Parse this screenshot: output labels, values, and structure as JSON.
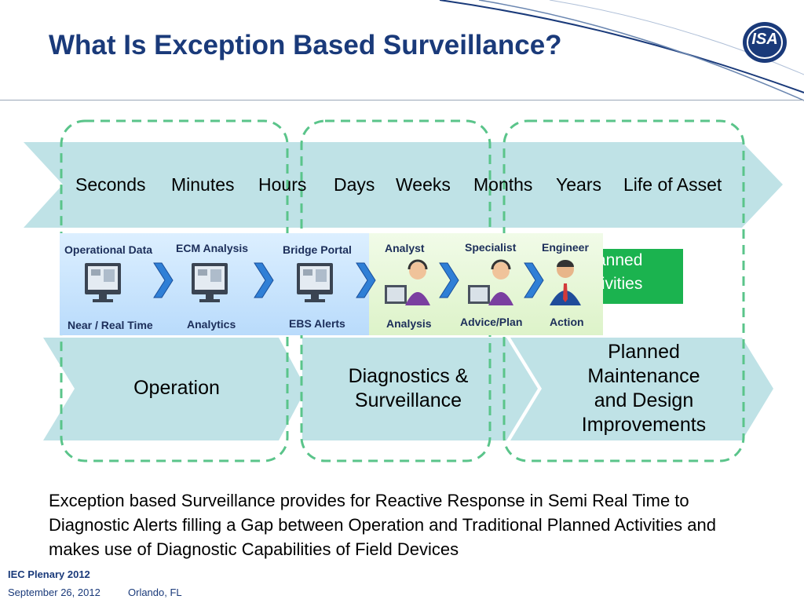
{
  "slide": {
    "title": "What Is Exception Based Surveillance?",
    "logo_text": "ISA",
    "timescale": [
      "Seconds",
      "Minutes",
      "Hours",
      "Days",
      "Weeks",
      "Months",
      "Years",
      "Life of Asset"
    ],
    "flow": [
      {
        "top": "Operational Data",
        "bottom": "Near / Real Time"
      },
      {
        "top": "ECM Analysis",
        "bottom": "Analytics"
      },
      {
        "top": "Bridge Portal",
        "bottom": "EBS Alerts"
      },
      {
        "top": "Analyst",
        "bottom": "Analysis"
      },
      {
        "top": "Specialist",
        "bottom": "Advice/Plan"
      },
      {
        "top": "Engineer",
        "bottom": "Action"
      }
    ],
    "green_box": {
      "line1": "anned",
      "line2": "tivities"
    },
    "phases": [
      {
        "lines": [
          "Operation"
        ]
      },
      {
        "lines": [
          "Diagnostics &",
          "Surveillance"
        ]
      },
      {
        "lines": [
          "Planned",
          "Maintenance",
          "and Design",
          "Improvements"
        ]
      }
    ],
    "description": "Exception based Surveillance provides for Reactive Response in Semi Real Time to Diagnostic Alerts filling a Gap between Operation and Traditional Planned Activities and makes use of Diagnostic Capabilities of Field Devices",
    "footer": {
      "event": "IEC Plenary 2012",
      "date": "September  26, 2012",
      "location": "Orlando, FL"
    }
  },
  "colors": {
    "title": "#1a3a7a",
    "arrow_band": "#bfe2e6",
    "dashed_outline": "#5ac48a",
    "flow_blue": "#cfe6fb",
    "flow_green": "#e8f7d9",
    "chevron": "#2f7fd6",
    "green_box": "#1bb34f"
  }
}
